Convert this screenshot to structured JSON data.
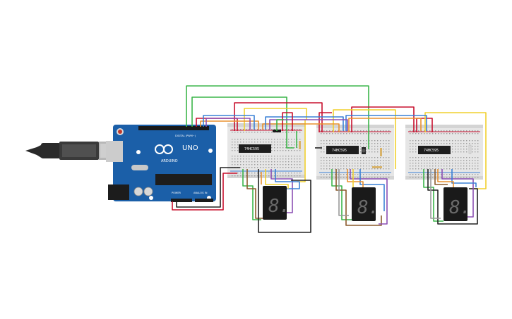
{
  "circuit": {
    "arduino": {
      "brand": "ARDUINO",
      "model": "UNO",
      "header_digital": "DIGITAL (PWM~)",
      "header_power": "POWER",
      "header_analog": "ANALOG IN"
    },
    "chips": [
      "74HC595",
      "74HC595",
      "74HC595"
    ],
    "displays": [
      {
        "digit": "8."
      },
      {
        "digit": "8."
      },
      {
        "digit": "8."
      }
    ],
    "colors": {
      "board": "#1b5fa8",
      "breadboard": "#e6e6e6",
      "chip": "#1e1e1e",
      "display": "#1a1a1a",
      "wire_red": "#c8102e",
      "wire_green": "#3cb54a",
      "wire_yellow": "#f1d02f",
      "wire_orange": "#e8912f",
      "wire_blue": "#3a80d6",
      "wire_purple": "#8b4fb3",
      "wire_brown": "#8a5a2b",
      "wire_black": "#222222",
      "wire_grey": "#9a9a9a"
    }
  }
}
